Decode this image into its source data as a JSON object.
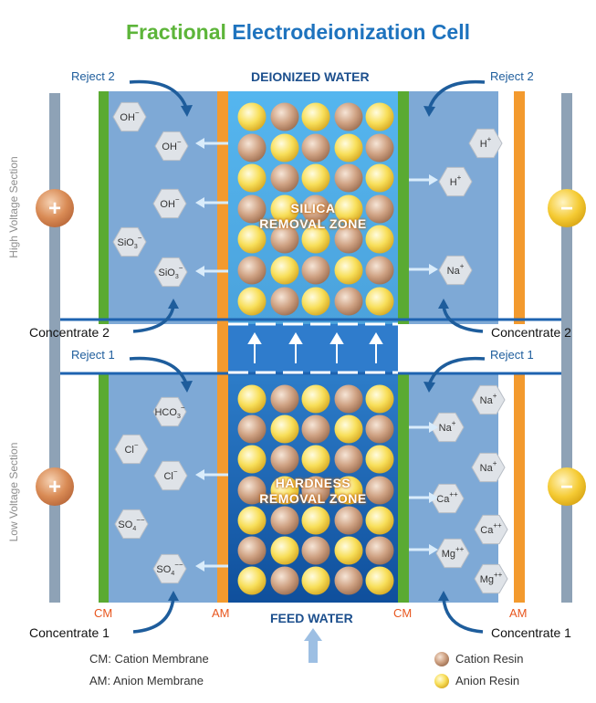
{
  "title": {
    "part1": "Fractional",
    "part2": "Electrodeionization Cell"
  },
  "sections": {
    "high": "High Voltage Section",
    "low": "Low Voltage Section"
  },
  "water": {
    "deionized": "DEIONIZED WATER",
    "feed": "FEED WATER"
  },
  "zones": {
    "silica": {
      "line1": "SILICA",
      "line2": "REMOVAL  ZONE"
    },
    "hardness": {
      "line1": "HARDNESS",
      "line2": "REMOVAL ZONE"
    }
  },
  "streams": {
    "reject2_left": "Reject 2",
    "reject2_right": "Reject 2",
    "reject1_left": "Reject 1",
    "reject1_right": "Reject 1",
    "concentrate2_left": "Concentrate 2",
    "concentrate2_right": "Concentrate 2",
    "concentrate1_left": "Concentrate 1",
    "concentrate1_right": "Concentrate 1"
  },
  "membranes": {
    "cm_left": "CM",
    "am_left": "AM",
    "cm_right": "CM",
    "am_right": "AM"
  },
  "electrodes": {
    "anode": "+",
    "cathode": "−"
  },
  "ions": {
    "upper_left": [
      {
        "base": "OH",
        "sub": "",
        "sup": "−"
      },
      {
        "base": "OH",
        "sub": "",
        "sup": "−"
      },
      {
        "base": "OH",
        "sub": "",
        "sup": "−"
      },
      {
        "base": "SiO",
        "sub": "3",
        "sup": "−"
      },
      {
        "base": "SiO",
        "sub": "3",
        "sup": "−"
      }
    ],
    "upper_right": [
      {
        "base": "H",
        "sub": "",
        "sup": "+"
      },
      {
        "base": "H",
        "sub": "",
        "sup": "+"
      },
      {
        "base": "Na",
        "sub": "",
        "sup": "+"
      }
    ],
    "lower_left": [
      {
        "base": "HCO",
        "sub": "3",
        "sup": "−"
      },
      {
        "base": "Cl",
        "sub": "",
        "sup": "−"
      },
      {
        "base": "Cl",
        "sub": "",
        "sup": "−"
      },
      {
        "base": "SO",
        "sub": "4",
        "sup": "−−"
      },
      {
        "base": "SO",
        "sub": "4",
        "sup": "−−"
      }
    ],
    "lower_right": [
      {
        "base": "Na",
        "sub": "",
        "sup": "+"
      },
      {
        "base": "Na",
        "sub": "",
        "sup": "+"
      },
      {
        "base": "Na",
        "sub": "",
        "sup": "+"
      },
      {
        "base": "Ca",
        "sub": "",
        "sup": "++"
      },
      {
        "base": "Ca",
        "sub": "",
        "sup": "++"
      },
      {
        "base": "Mg",
        "sub": "",
        "sup": "++"
      },
      {
        "base": "Mg",
        "sub": "",
        "sup": "++"
      }
    ]
  },
  "legend": {
    "cm_def": "CM: Cation Membrane",
    "am_def": "AM: Anion Membrane",
    "cation_resin": "Cation Resin",
    "anion_resin": "Anion Resin"
  },
  "colors": {
    "title_green": "#5db53a",
    "title_blue": "#1e73be",
    "chamber": "#7ea9d6",
    "dilute_light": "#62b2e8",
    "dilute_dark": "#1b63b5",
    "cation_membrane": "#5aaa32",
    "anion_membrane": "#f39a2e",
    "cation_resin": "#c89a7a",
    "anion_resin": "#f7dc52",
    "electrode_bar": "#8ea2b6",
    "anode": "#d98b55",
    "cathode": "#f2c72f"
  }
}
